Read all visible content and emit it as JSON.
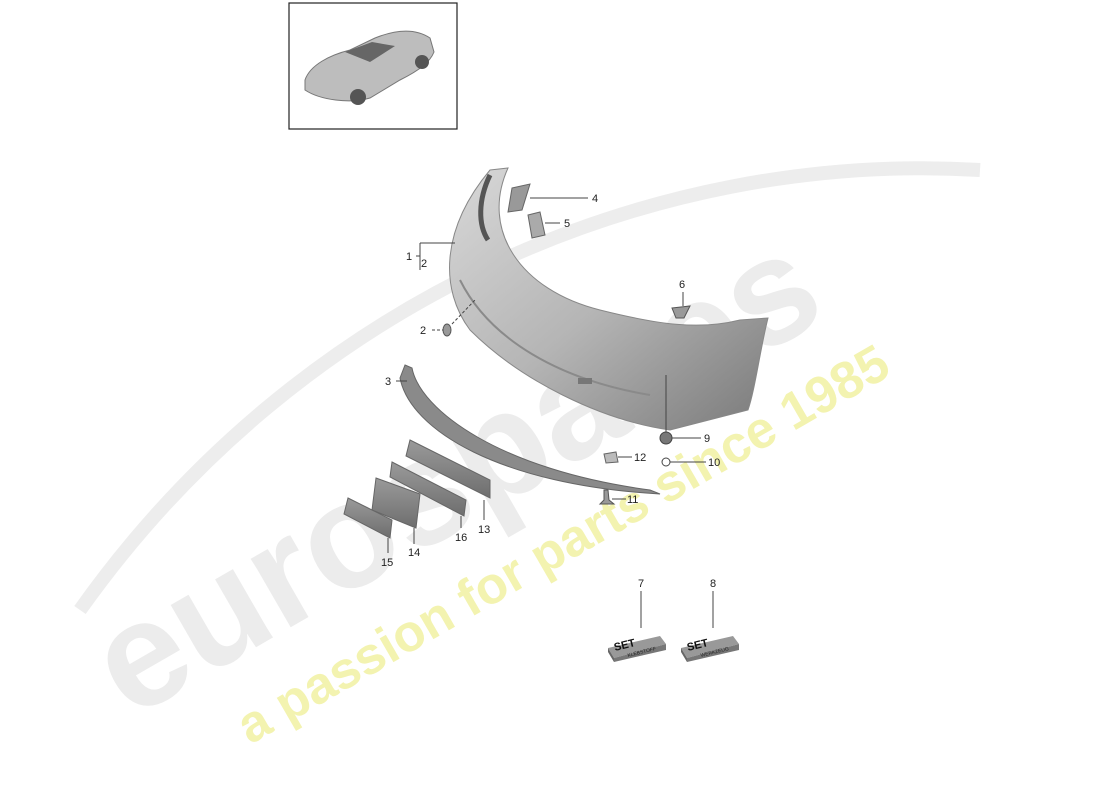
{
  "watermark": {
    "brand": "eurospares",
    "tagline": "a passion for parts since 1985",
    "brand_color": "#e8e8e8",
    "tagline_color": "#f3f3b0"
  },
  "thumbnail": {
    "icon": "car-thumbnail"
  },
  "callouts": {
    "c1": "1",
    "c1b": "2",
    "c2": "2",
    "c3": "3",
    "c4": "4",
    "c5": "5",
    "c6": "6",
    "c7": "7",
    "c8": "8",
    "c9": "9",
    "c10": "10",
    "c11": "11",
    "c12": "12",
    "c13": "13",
    "c14": "14",
    "c15": "15",
    "c16": "16"
  },
  "sets": [
    {
      "title": "SET",
      "subtitle": "KLEBSTOFF"
    },
    {
      "title": "SET",
      "subtitle": "WERKZEUG"
    }
  ]
}
